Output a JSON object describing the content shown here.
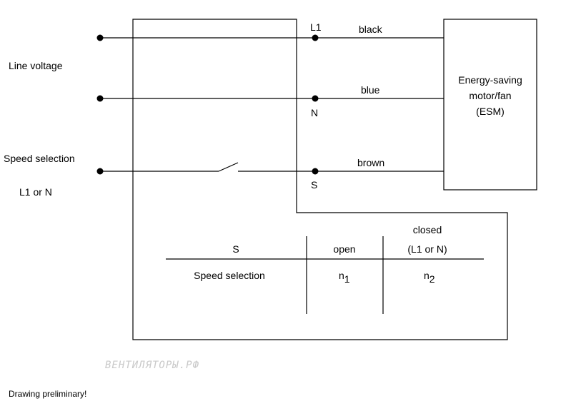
{
  "line_voltage": "Line voltage",
  "speed_selection_left": "Speed selection",
  "l1_or_n": "L1 or N",
  "terminals": {
    "l1": "L1",
    "n": "N",
    "s": "S"
  },
  "wires": {
    "black": "black",
    "blue": "blue",
    "brown": "brown"
  },
  "motor": {
    "line1": "Energy-saving",
    "line2": "motor/fan",
    "line3": "(ESM)"
  },
  "table": {
    "header_s": "S",
    "header_open": "open",
    "header_closed_1": "closed",
    "header_closed_2": "(L1 or N)",
    "row_label": "Speed selection",
    "n1_base": "n",
    "n1_sub": "1",
    "n2_base": "n",
    "n2_sub": "2"
  },
  "watermark": "ВЕНТИЛЯТОРЫ.РФ",
  "footer_note": "Drawing preliminary!"
}
